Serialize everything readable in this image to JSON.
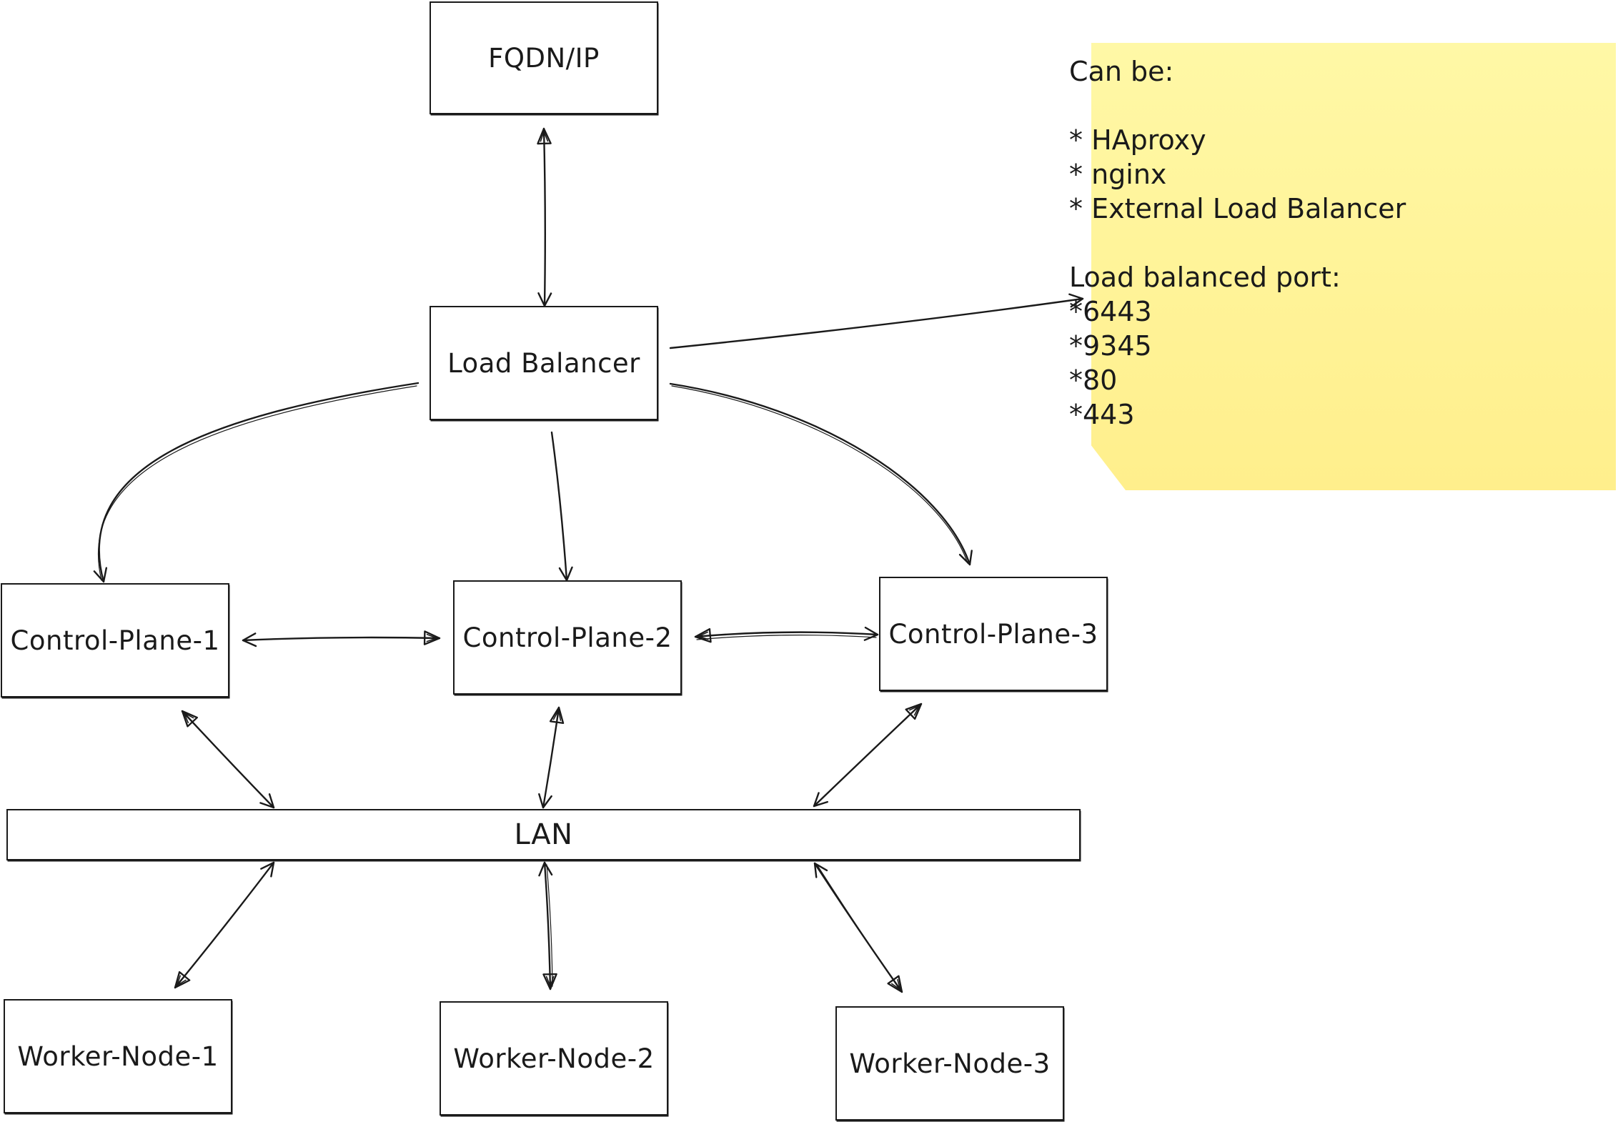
{
  "nodes": {
    "fqdn": "FQDN/IP",
    "load_balancer": "Load Balancer",
    "cp1": "Control-Plane-1",
    "cp2": "Control-Plane-2",
    "cp3": "Control-Plane-3",
    "lan": "LAN",
    "wn1": "Worker-Node-1",
    "wn2": "Worker-Node-2",
    "wn3": "Worker-Node-3"
  },
  "note": {
    "lines": [
      "Can be:",
      "",
      "* HAproxy",
      "* nginx",
      "* External Load Balancer",
      "",
      "Load balanced port:",
      "*6443",
      "*9345",
      "*80",
      "*443"
    ]
  },
  "colors": {
    "stroke": "#1a1a1a",
    "note_fill": "#fff59d",
    "background": "#ffffff"
  }
}
